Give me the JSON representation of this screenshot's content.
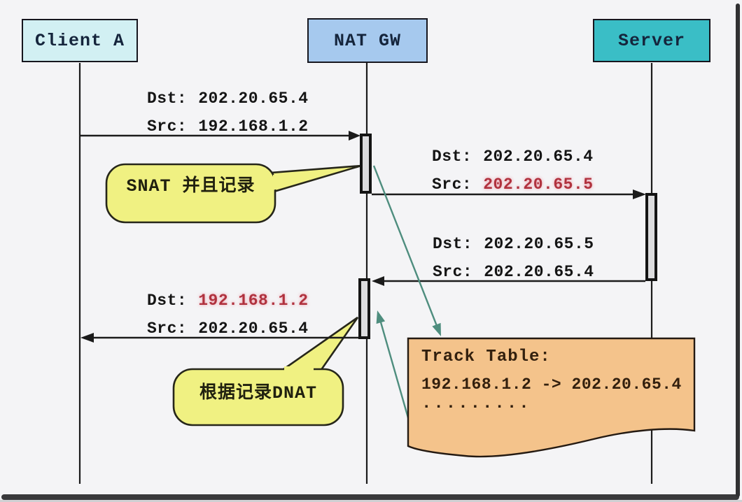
{
  "actors": [
    {
      "label": "Client A"
    },
    {
      "label": "NAT GW"
    },
    {
      "label": "Server"
    }
  ],
  "messages": [
    {
      "lines": [
        {
          "label": "Dst:",
          "value": "202.20.65.4"
        },
        {
          "label": "Src:",
          "value": "192.168.1.2"
        }
      ]
    },
    {
      "lines": [
        {
          "label": "Dst:",
          "value": "202.20.65.4"
        },
        {
          "label": "Src:",
          "value": "202.20.65.5"
        }
      ]
    },
    {
      "lines": [
        {
          "label": "Dst:",
          "value": "202.20.65.5"
        },
        {
          "label": "Src:",
          "value": "202.20.65.4"
        }
      ]
    },
    {
      "lines": [
        {
          "label": "Dst:",
          "value": "192.168.1.2"
        },
        {
          "label": "Src:",
          "value": "202.20.65.4"
        }
      ]
    }
  ],
  "callouts": [
    {
      "text": "SNAT 并且记录"
    },
    {
      "text": "根据记录DNAT"
    }
  ],
  "note": {
    "title": "Track Table:",
    "entry": "192.168.1.2 -> 202.20.65.4",
    "ellipsis": "........."
  },
  "colors": {
    "background": "#f4f4f6",
    "client_box_fill": "#d2f0f3",
    "natgw_box_fill": "#a6c9ee",
    "server_box_fill": "#3abec6",
    "callout_fill": "#f0f182",
    "note_fill": "#f4c38b",
    "highlight_red": "#b0323e",
    "record_arrow_teal": "#4e8d7e",
    "line_black": "#1b1b1b"
  }
}
